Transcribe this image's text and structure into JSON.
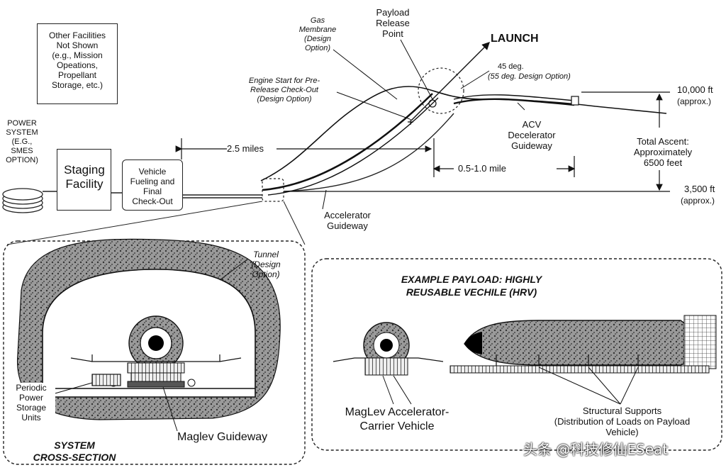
{
  "top": {
    "other_facilities": "Other Facilities\nNot Shown\n(e.g., Mission\nOpeations,\nPropellant\nStorage, etc.)",
    "power_system": "POWER\nSYSTEM\n(E.G.,\nSMES\nOPTION)",
    "staging_facility": "Staging\nFacility",
    "vehicle_fueling": "Vehicle\nFueling and\nFinal\nCheck-Out",
    "distance_25": "2.5 miles",
    "gas_membrane": "Gas\nMembrane\n(Design\nOption)",
    "payload_release": "Payload\nRelease\nPoint",
    "launch": "LAUNCH",
    "angle": "45 deg.",
    "angle_option": "(55 deg. Design Option)",
    "engine_start": "Engine Start for Pre-\nRelease Check-Out\n(Design Option)",
    "alt_10000": "10,000 ft",
    "alt_10000_note": "(approx.)",
    "acv": "ACV\nDecelerator\nGuideway",
    "total_ascent": "Total Ascent:\nApproximately\n6500 feet",
    "distance_05": "0.5-1.0 mile",
    "alt_3500": "3,500 ft",
    "alt_3500_note": "(approx.)",
    "accelerator_guideway": "Accelerator\nGuideway"
  },
  "cross_section": {
    "tunnel": "Tunnel\n(Design\nOption)",
    "periodic_power": "Periodic\nPower\nStorage\nUnits",
    "maglev_guideway": "Maglev Guideway",
    "title": "SYSTEM\nCROSS-SECTION"
  },
  "payload_panel": {
    "title": "EXAMPLE PAYLOAD: HIGHLY\nREUSABLE VECHILE (HRV)",
    "carrier": "MagLev Accelerator-\nCarrier Vehicle",
    "supports": "Structural Supports\n(Distribution of Loads on Payload\nVehicle)"
  },
  "watermark": "头条 @科技修仙ESeat"
}
